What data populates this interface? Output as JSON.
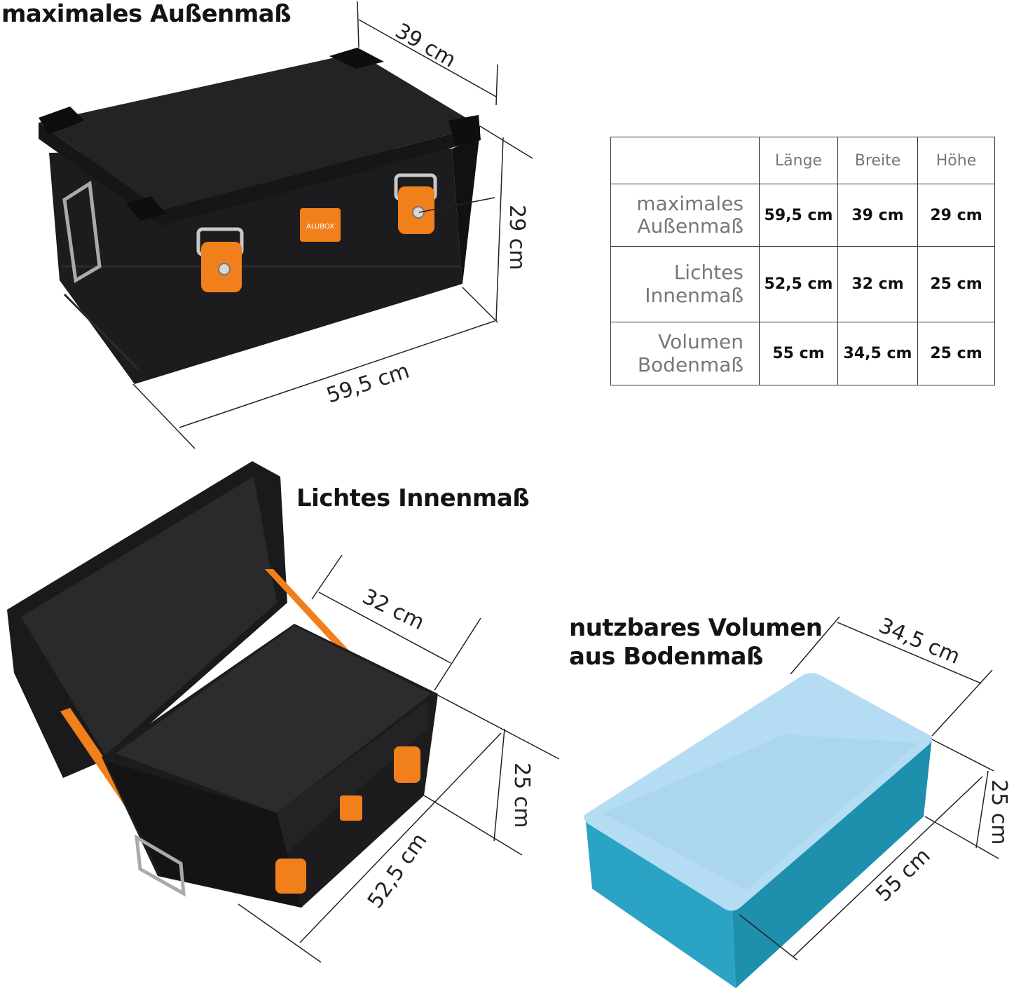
{
  "headings": {
    "outer": "maximales Außenmaß",
    "inner": "Lichtes Innenmaß",
    "volume_line1": "nutzbares Volumen",
    "volume_line2": "aus Bodenmaß"
  },
  "dimensions": {
    "outer_width": "39 cm",
    "outer_height": "29 cm",
    "outer_length": "59,5 cm",
    "inner_width": "32 cm",
    "inner_height": "25 cm",
    "inner_length": "52,5 cm",
    "volume_width": "34,5 cm",
    "volume_height": "25 cm",
    "volume_length": "55 cm"
  },
  "brand_label": "ALUBOX",
  "table": {
    "headers": [
      "",
      "Länge",
      "Breite",
      "Höhe"
    ],
    "rows": [
      {
        "label_line1": "maximales",
        "label_line2": "Außenmaß",
        "values": [
          "59,5 cm",
          "39 cm",
          "29 cm"
        ]
      },
      {
        "label_line1": "Lichtes",
        "label_line2": "Innenmaß",
        "values": [
          "52,5 cm",
          "32 cm",
          "25 cm"
        ]
      },
      {
        "label_line1": "Volumen",
        "label_line2": "Bodenmaß",
        "values": [
          "55 cm",
          "34,5 cm",
          "25 cm"
        ]
      }
    ]
  },
  "colors": {
    "box_body": "#1c1c1e",
    "accent_orange": "#f07f1c",
    "volume_top": "#b4dcf2",
    "volume_side": "#2a9dbd"
  }
}
